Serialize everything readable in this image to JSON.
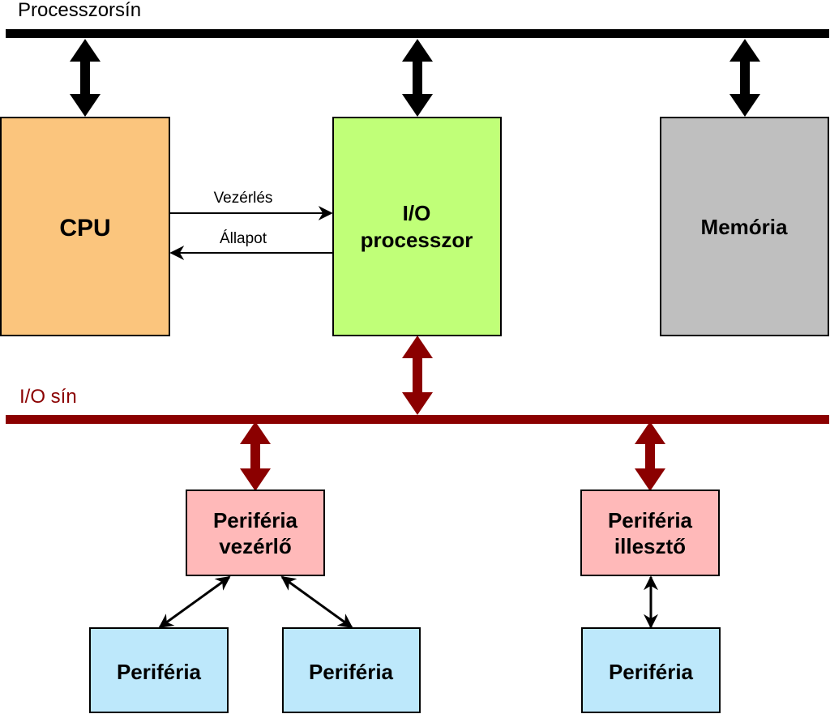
{
  "colors": {
    "processor_bus": "#000000",
    "io_bus": "#8b0000",
    "cpu_fill": "#fbc57d",
    "io_processor_fill": "#c0ff78",
    "memory_fill": "#bfbfbf",
    "peripheral_controller_fill": "#ffb9b9",
    "peripheral_fill": "#bde8fb"
  },
  "buses": {
    "processor_bus_label": "Processzorsín",
    "io_bus_label": "I/O sín"
  },
  "blocks": {
    "cpu": "CPU",
    "io_processor_line1": "I/O",
    "io_processor_line2": "processzor",
    "memory": "Memória",
    "peripheral_controller_line1": "Periféria",
    "peripheral_controller_line2": "vezérlő",
    "peripheral_adapter_line1": "Periféria",
    "peripheral_adapter_line2": "illesztő",
    "peripheral_1": "Periféria",
    "peripheral_2": "Periféria",
    "peripheral_3": "Periféria"
  },
  "signals": {
    "control": "Vezérlés",
    "status": "Állapot"
  }
}
